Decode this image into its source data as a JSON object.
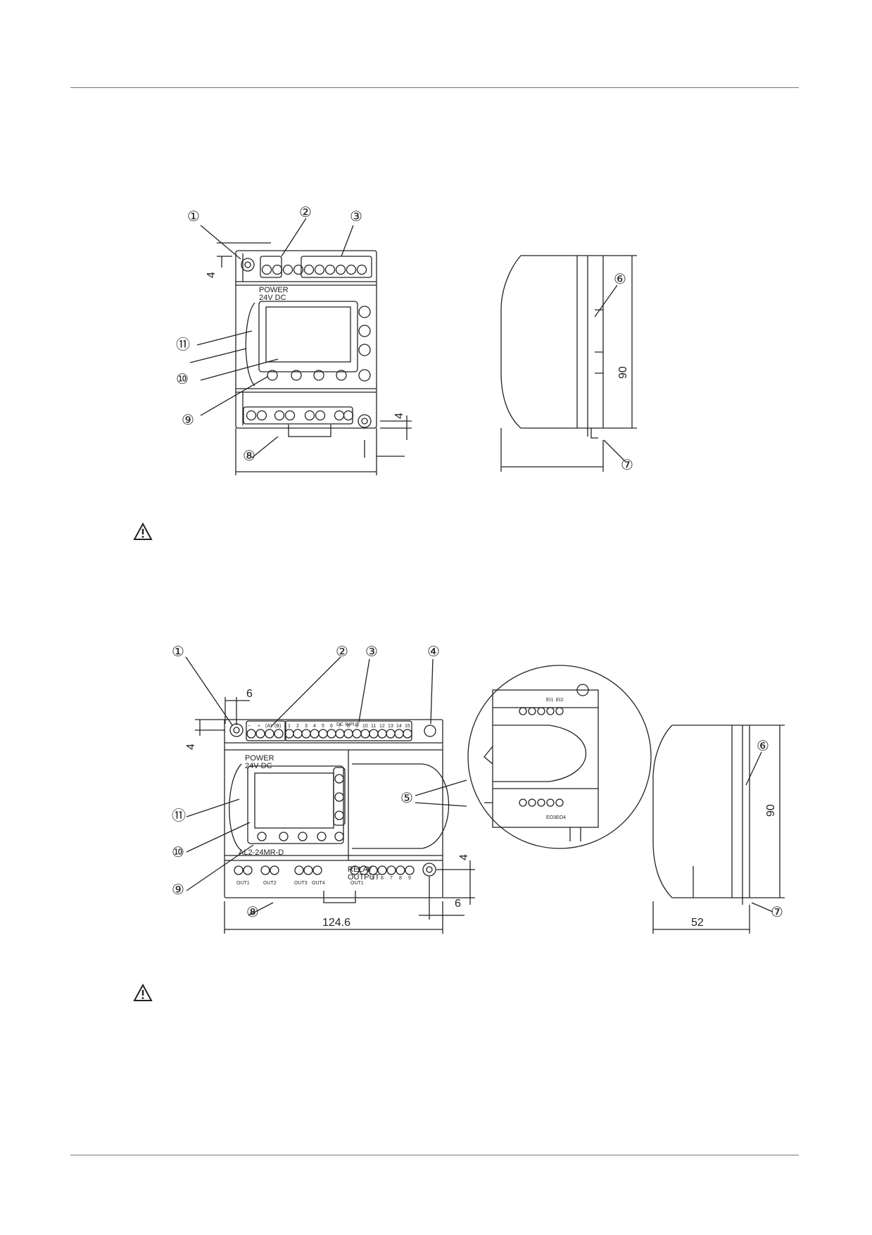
{
  "figure1": {
    "callouts": [
      "①",
      "②",
      "③",
      "⑥",
      "⑦",
      "⑧",
      "⑨",
      "⑩",
      "⑪"
    ],
    "dim_top_left": "4",
    "dim_bottom_right": "4",
    "dim_height": "90",
    "panel_power": "POWER",
    "panel_voltage": "24V  DC"
  },
  "figure2": {
    "callouts": [
      "①",
      "②",
      "③",
      "④",
      "⑤",
      "⑥",
      "⑦",
      "⑧",
      "⑨",
      "⑩",
      "⑪"
    ],
    "dim_hole_offset_top": "6",
    "dim_top_left": "4",
    "dim_bottom_right": "4",
    "dim_hole_offset_bottom": "6",
    "dim_width": "124.6",
    "dim_height": "90",
    "dim_depth": "52",
    "panel_power": "POWER",
    "panel_voltage": "24V DC",
    "input_header": "DC INPUT",
    "input_numbers": [
      "1",
      "2",
      "3",
      "4",
      "5",
      "6",
      "7",
      "8",
      "9",
      "10",
      "11",
      "12",
      "13",
      "14",
      "15"
    ],
    "power_terminal_labels": [
      "−",
      "+",
      "(A)",
      "(B)"
    ],
    "model_label": "AL2-24MR-D",
    "relay_label_1": "RELAY",
    "relay_label_2": "OUTPUT",
    "output_group_labels": [
      "OUT1",
      "OUT2",
      "OUT3",
      "OUT4",
      "OUT1"
    ],
    "output_numbers": [
      "5",
      "6",
      "7",
      "8",
      "9"
    ],
    "detail_top_labels": [
      "EI1",
      "EI2"
    ],
    "detail_bottom_labels": [
      "EO3",
      "EO4"
    ]
  },
  "warnings": {
    "icon": "warning-triangle-icon"
  }
}
